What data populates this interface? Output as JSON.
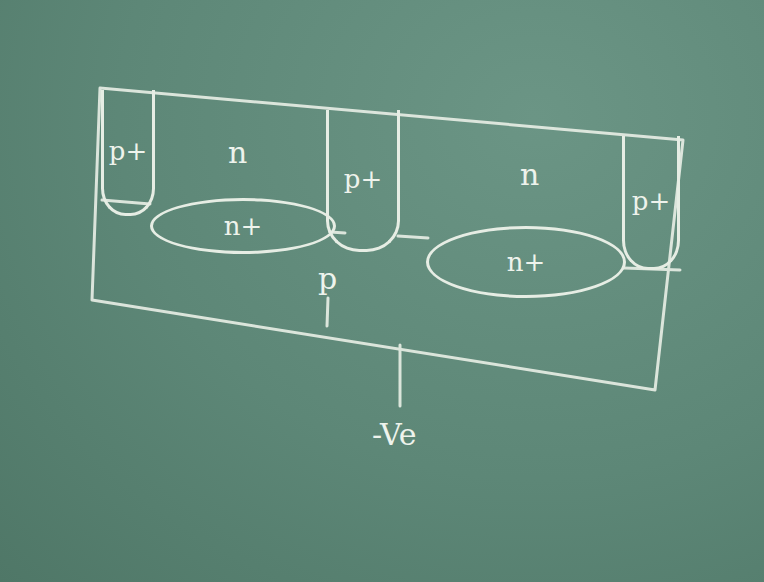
{
  "diagram": {
    "nodes": [
      {
        "text": [
          "p+"
        ]
      },
      {
        "text": [
          "p+"
        ]
      },
      {
        "text": [
          "p+"
        ]
      },
      {
        "text": [
          "n+"
        ]
      },
      {
        "text": [
          "n+"
        ]
      }
    ],
    "labels": [
      "n",
      "n",
      "p",
      "-Ve"
    ]
  }
}
